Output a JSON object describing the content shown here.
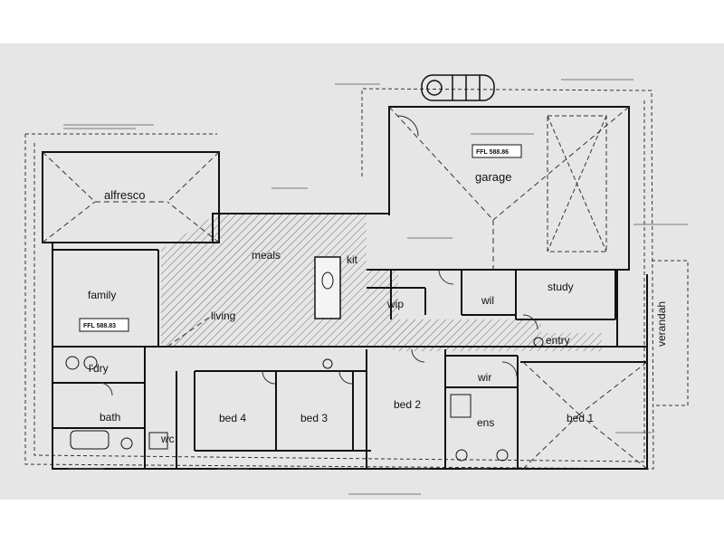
{
  "rooms": {
    "alfresco": "alfresco",
    "garage": "garage",
    "meals": "meals",
    "kit": "kit",
    "family": "family",
    "living": "living",
    "wip": "wip",
    "wil": "wil",
    "study": "study",
    "verandah": "verandah",
    "entry": "entry",
    "ldry": "l'dry",
    "bath": "bath",
    "wc": "wc",
    "bed4": "bed 4",
    "bed3": "bed 3",
    "bed2": "bed 2",
    "wir": "wir",
    "ens": "ens",
    "bed1": "bed 1"
  },
  "levels": {
    "garage": "FFL 588.86",
    "family": "FFL 588.83"
  },
  "colors": {
    "background": "#ffffff",
    "sheet": "#e6e6e6",
    "wall": "#111111",
    "hatch": "#555555"
  }
}
